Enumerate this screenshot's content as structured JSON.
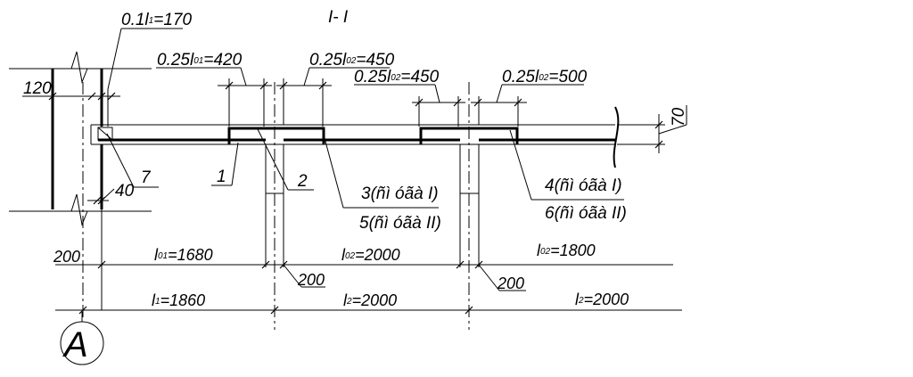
{
  "section_title": "I- I",
  "axis_label": "A",
  "labels": {
    "top_left_a": "0.1",
    "top_left_b": "l",
    "top_left_sub": "1",
    "top_left_c": "=170",
    "anchor_01_a": "0.25",
    "anchor_01_b": "l",
    "anchor_01_sub": "01",
    "anchor_01_c": "=420",
    "anchor_02a_a": "0.25",
    "anchor_02a_b": "l",
    "anchor_02a_sub": "02",
    "anchor_02a_c": "=450",
    "anchor_02b_a": "0.25",
    "anchor_02b_b": "l",
    "anchor_02b_sub": "02",
    "anchor_02b_c": "=450",
    "anchor_02c_a": "0.25",
    "anchor_02c_b": "l",
    "anchor_02c_sub": "02",
    "anchor_02c_c": "=500",
    "dim_120": "120",
    "dim_70": "70",
    "dim_40": "40",
    "dim_7": "7",
    "pos_1": "1",
    "pos_2": "2",
    "pos_3": "3(ñì óãà I)",
    "pos_5": "5(ñì óãà II)",
    "pos_4": "4(ñì óãà I)",
    "pos_6": "6(ñì óãà II)",
    "dim_200_left": "200",
    "dim_200_mid": "200",
    "dim_200_right": "200",
    "span_01_b": "l",
    "span_01_sub": "01",
    "span_01_c": "=1680",
    "span_02a_b": "l",
    "span_02a_sub": "02",
    "span_02a_c": "=2000",
    "span_02b_b": "l",
    "span_02b_sub": "02",
    "span_02b_c": "=1800",
    "span_1_b": "l",
    "span_1_sub": "1",
    "span_1_c": "=1860",
    "span_2a_b": "l",
    "span_2a_sub": "2",
    "span_2a_c": "=2000",
    "span_2b_b": "l",
    "span_2b_sub": "2",
    "span_2b_c": "=2000"
  }
}
